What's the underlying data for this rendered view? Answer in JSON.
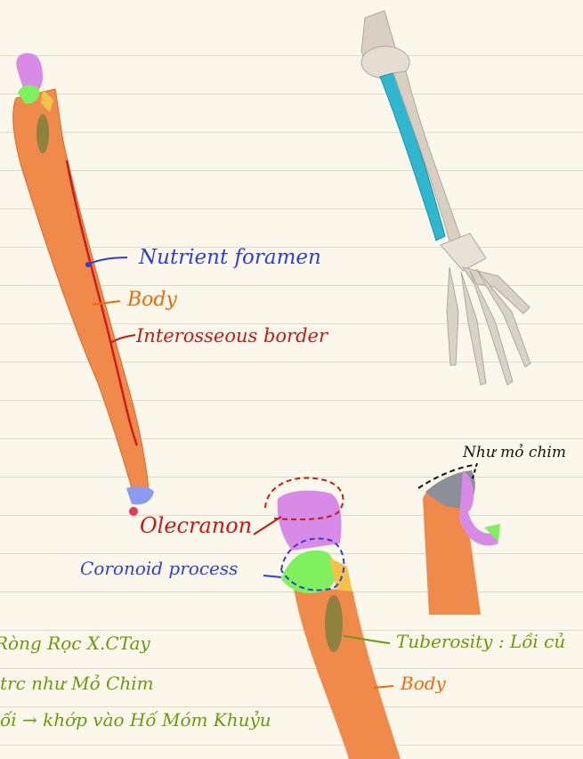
{
  "labels": {
    "nutrient_foramen": "Nutrient foramen",
    "body_top": "Body",
    "interosseous_border": "Interosseous border",
    "beak": "Như mỏ chim",
    "olecranon": "Olecranon",
    "coronoid_process": "Coronoid process",
    "tuberosity": "Tuberosity : Lồi củ",
    "body_bottom": "Body"
  },
  "notes": [
    "Ròng Rọc X.CTay",
    "trc như Mỏ Chim",
    "ối → khớp vào Hố Móm Khuỷu"
  ],
  "colors": {
    "bone": "#f08a4b",
    "olecranon": "#d78ae6",
    "coronoid": "#7ff05e",
    "radial_notch": "#f2c24a",
    "nutrient_label": "#2f3fd6",
    "border_label": "#c81818",
    "tuberosity_label": "#6a9a10",
    "arm_highlight": "#2fb7d0"
  }
}
